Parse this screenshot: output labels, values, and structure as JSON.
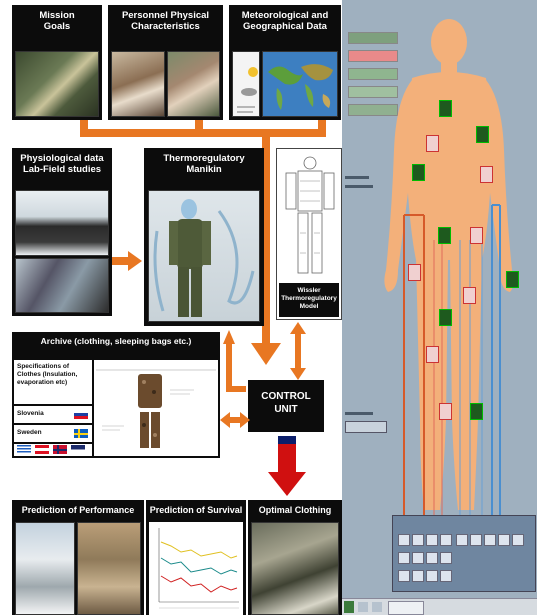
{
  "panels": {
    "mission_goals": "Mission\nGoals",
    "personnel": "Personnel Physical\nCharacteristics",
    "meteo": "Meteorological and\nGeographical Data",
    "physio": "Physiological data\nLab-Field studies",
    "manikin": "Thermoregulatory\nManikin",
    "wissler": "Wissler\nThermoregulatory\nModel",
    "archive": "Archive (clothing, sleeping bags etc.)",
    "specs": "Specifications of\nClothes (Insulation,\nevaporation etc)",
    "slovenia": "Slovenia",
    "sweden": "Sweden",
    "control_unit": "CONTROL\nUNIT",
    "perf": "Prediction of Performance",
    "survival": "Prediction of Survival",
    "optimal": "Optimal Clothing"
  },
  "colors": {
    "arrow": "#e87722",
    "red_arrow": "#d01010",
    "sim_bg": "#9fb0bf",
    "body": "#f3b07a"
  },
  "flags": [
    "greece",
    "austria",
    "norway",
    "other"
  ],
  "icons": [
    "weather-icon",
    "world-map-icon"
  ]
}
